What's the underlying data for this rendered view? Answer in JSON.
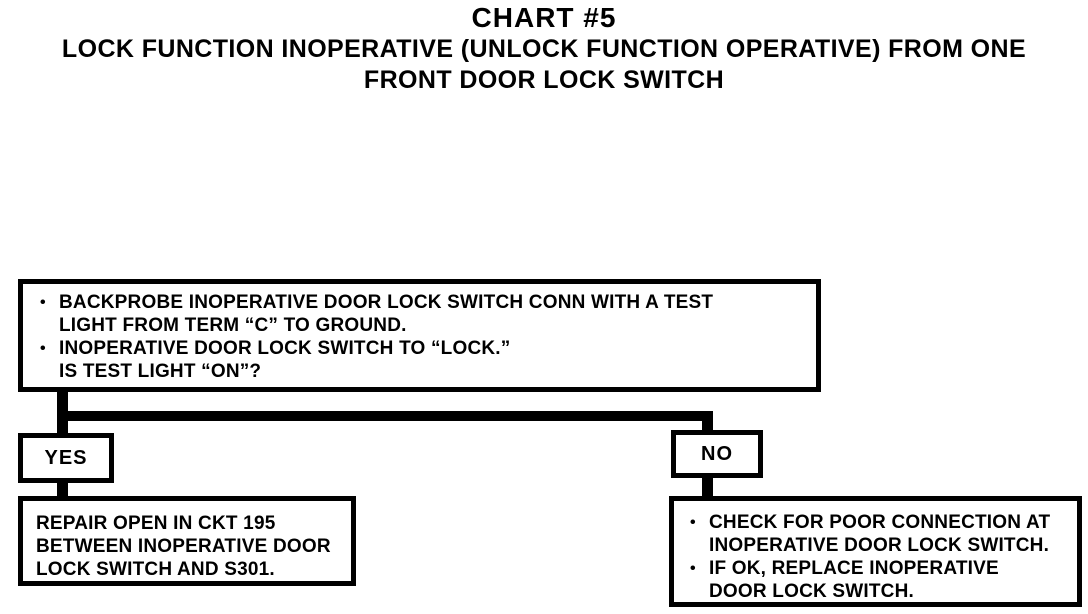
{
  "colors": {
    "ink": "#000000",
    "paper": "#ffffff"
  },
  "title": {
    "chart_number": "CHART #5",
    "subtitle_line1": "LOCK FUNCTION INOPERATIVE (UNLOCK FUNCTION OPERATIVE) FROM ONE",
    "subtitle_line2": "FRONT DOOR LOCK SWITCH"
  },
  "decision_box": {
    "rows": [
      {
        "bullet": "•",
        "text": "BACKPROBE INOPERATIVE DOOR LOCK SWITCH CONN WITH A TEST"
      },
      {
        "bullet": "",
        "text": "LIGHT FROM TERM “C” TO GROUND."
      },
      {
        "bullet": "•",
        "text": "INOPERATIVE DOOR LOCK SWITCH TO “LOCK.”"
      },
      {
        "bullet": "",
        "text": "IS TEST LIGHT “ON”?"
      }
    ]
  },
  "branches": {
    "yes": {
      "label": "YES",
      "result_rows": [
        {
          "bullet": "",
          "text": "REPAIR OPEN IN CKT 195"
        },
        {
          "bullet": "",
          "text": "BETWEEN INOPERATIVE DOOR"
        },
        {
          "bullet": "",
          "text": "LOCK SWITCH AND S301."
        }
      ]
    },
    "no": {
      "label": "NO",
      "result_rows": [
        {
          "bullet": "•",
          "text": "CHECK FOR POOR CONNECTION AT"
        },
        {
          "bullet": "",
          "text": "INOPERATIVE DOOR LOCK SWITCH."
        },
        {
          "bullet": "•",
          "text": "IF OK, REPLACE INOPERATIVE"
        },
        {
          "bullet": "",
          "text": "DOOR LOCK SWITCH."
        }
      ]
    }
  }
}
